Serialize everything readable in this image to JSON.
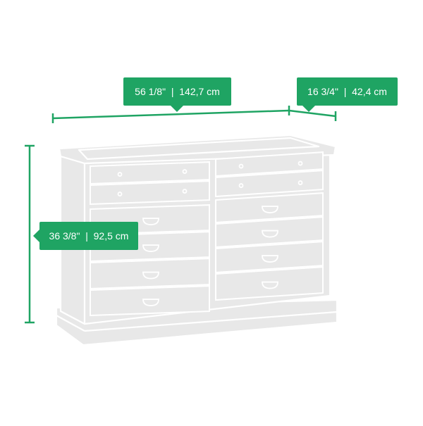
{
  "dimensions": {
    "width_label": "56 1/8\"  |  142,7 cm",
    "depth_label": "16 3/4\"  |  42,4 cm",
    "height_label": "36 3/8\"  |  92,5 cm"
  },
  "colors": {
    "accent": "#1fa463",
    "furniture_fill": "#e8e8e8",
    "furniture_stroke": "#ffffff"
  },
  "furniture": {
    "name": "dresser",
    "left_column_drawers": 6,
    "right_column_drawers": 6,
    "top_drawer_hardware": "knob",
    "lower_drawer_hardware": "cup-pull"
  }
}
